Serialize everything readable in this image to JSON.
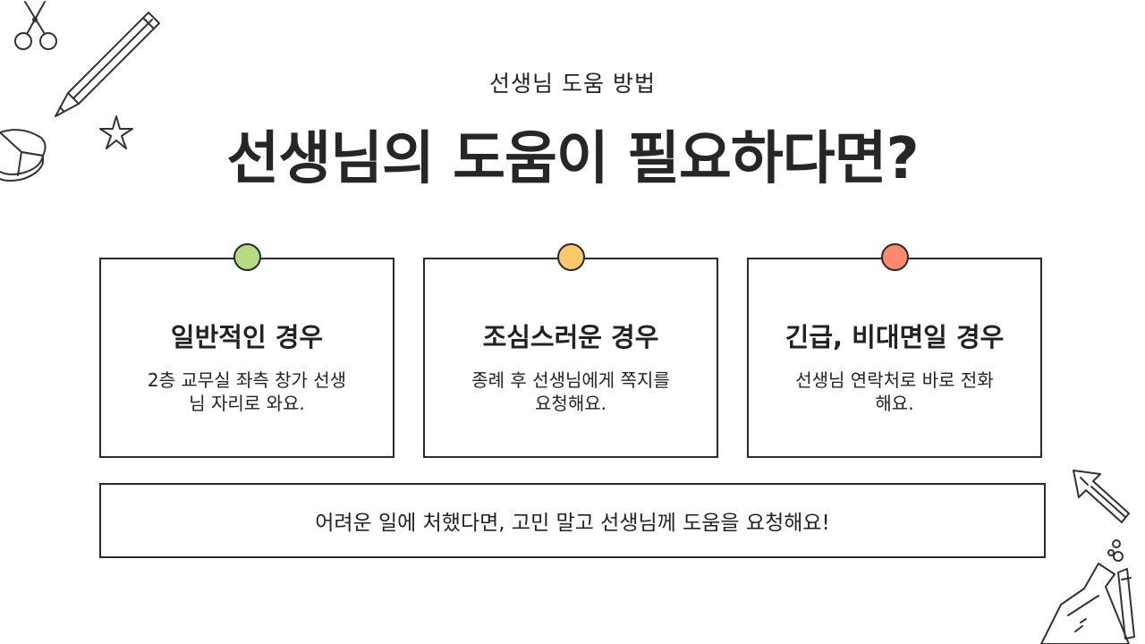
{
  "colors": {
    "background": "#ffffff",
    "border": "#2a2a2a",
    "text": "#222222",
    "pin_green": "#b5dc82",
    "pin_yellow": "#ffc86e",
    "pin_red": "#fd8a6a"
  },
  "header": {
    "subtitle": "선생님 도움 방법",
    "title": "선생님의 도움이 필요하다면?"
  },
  "cards": [
    {
      "heading": "일반적인 경우",
      "text_line1": "2층 교무실 좌측 창가 선생",
      "text_line2": "님 자리로 와요.",
      "pin_color": "green"
    },
    {
      "heading": "조심스러운 경우",
      "text_line1": "종례 후 선생님에게 쪽지를",
      "text_line2": "요청해요.",
      "pin_color": "yellow"
    },
    {
      "heading": "긴급, 비대면일 경우",
      "text_line1": "선생님 연락처로 바로 전화",
      "text_line2": "해요.",
      "pin_color": "red"
    }
  ],
  "banner": {
    "text": "어려운 일에 처했다면, 고민 말고 선생님께 도움을 요청해요!"
  },
  "doodles": {
    "top_left": [
      "scissors-icon",
      "pencil-icon",
      "star-icon",
      "pie-chart-icon"
    ],
    "bottom_right": [
      "arrow-icon",
      "flask-icon"
    ]
  }
}
